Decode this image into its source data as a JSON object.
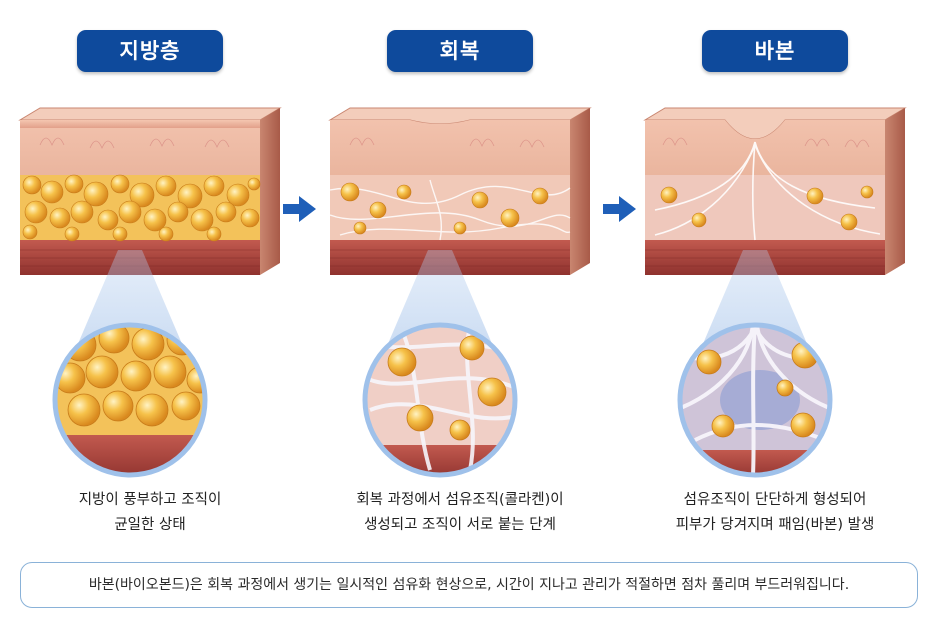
{
  "stages": [
    {
      "title": "지방층",
      "caption_lines": [
        "지방이 풍부하고 조직이",
        "균일한 상태"
      ]
    },
    {
      "title": "회복",
      "caption_lines": [
        "회복 과정에서 섬유조직(콜라켄)이",
        "생성되고 조직이 서로 붙는 단계"
      ]
    },
    {
      "title": "바본",
      "caption_lines": [
        "섬유조직이 단단하게 형성되어",
        "피부가 당겨지며 패임(바본) 발생"
      ]
    }
  ],
  "note": "바본(바이오본드)은 회복 과정에서 생기는 일시적인 섬유화 현상으로, 시간이 지나고 관리가 적절하면 점차 풀리며 부드러워집니다.",
  "colors": {
    "badge": "#0e4a9c",
    "arrow": "#1f5fb8",
    "fat": "#f2b33a",
    "skin": "#e7a98f",
    "muscle": "#a8423c",
    "fiber": "#e6e4ea",
    "magnifier": "#9fc1ea",
    "note_border": "#8ab2d8"
  }
}
